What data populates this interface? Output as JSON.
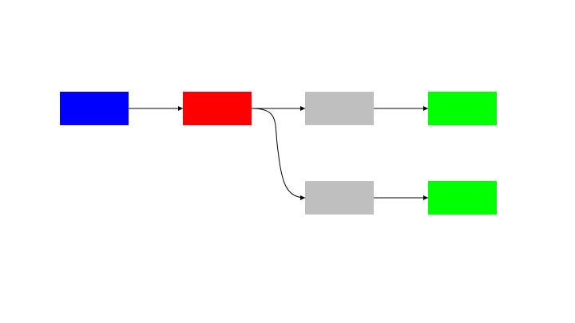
{
  "colors": {
    "blue": "#0000ff",
    "red": "#ff0000",
    "gray": "#bfbfbf",
    "green": "#00ff00",
    "edge": "#000000"
  },
  "diagram": {
    "nodes": [
      {
        "id": "n1",
        "color": "#0000ff",
        "label": ""
      },
      {
        "id": "n2",
        "color": "#ff0000",
        "label": ""
      },
      {
        "id": "n3",
        "color": "#bfbfbf",
        "label": ""
      },
      {
        "id": "n4",
        "color": "#00ff00",
        "label": ""
      },
      {
        "id": "n5",
        "color": "#bfbfbf",
        "label": ""
      },
      {
        "id": "n6",
        "color": "#00ff00",
        "label": ""
      }
    ],
    "edges": [
      {
        "from": "n1",
        "to": "n2"
      },
      {
        "from": "n2",
        "to": "n3"
      },
      {
        "from": "n3",
        "to": "n4"
      },
      {
        "from": "n2",
        "to": "n5"
      },
      {
        "from": "n5",
        "to": "n6"
      }
    ]
  }
}
